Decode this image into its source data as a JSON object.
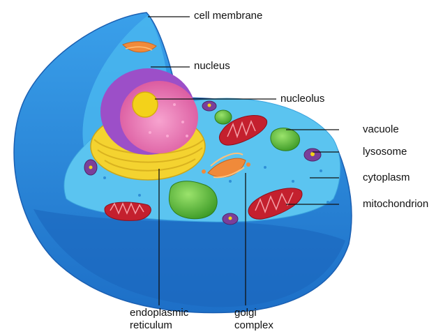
{
  "labels": {
    "cell_membrane": "cell membrane",
    "nucleus": "nucleus",
    "nucleolus": "nucleolus",
    "vacuole": "vacuole",
    "lysosome": "lysosome",
    "cytoplasm": "cytoplasm",
    "mitochondrion": "mitochondrion",
    "endoplasmic_reticulum": "endoplasmic\nreticulum",
    "golgi_complex": "golgi\ncomplex"
  },
  "colors": {
    "membrane": "#2f8fe0",
    "cytoplasm": "#5fc7f2",
    "nucleus": "#e96fb2",
    "nucleolus": "#f3d21a",
    "er": "#f4d330",
    "mitochondrion": "#c4202e",
    "vacuole": "#5cc23a",
    "golgi": "#f08a3a",
    "lysosome": "#7a3f9a",
    "leader_line": "#111111"
  }
}
